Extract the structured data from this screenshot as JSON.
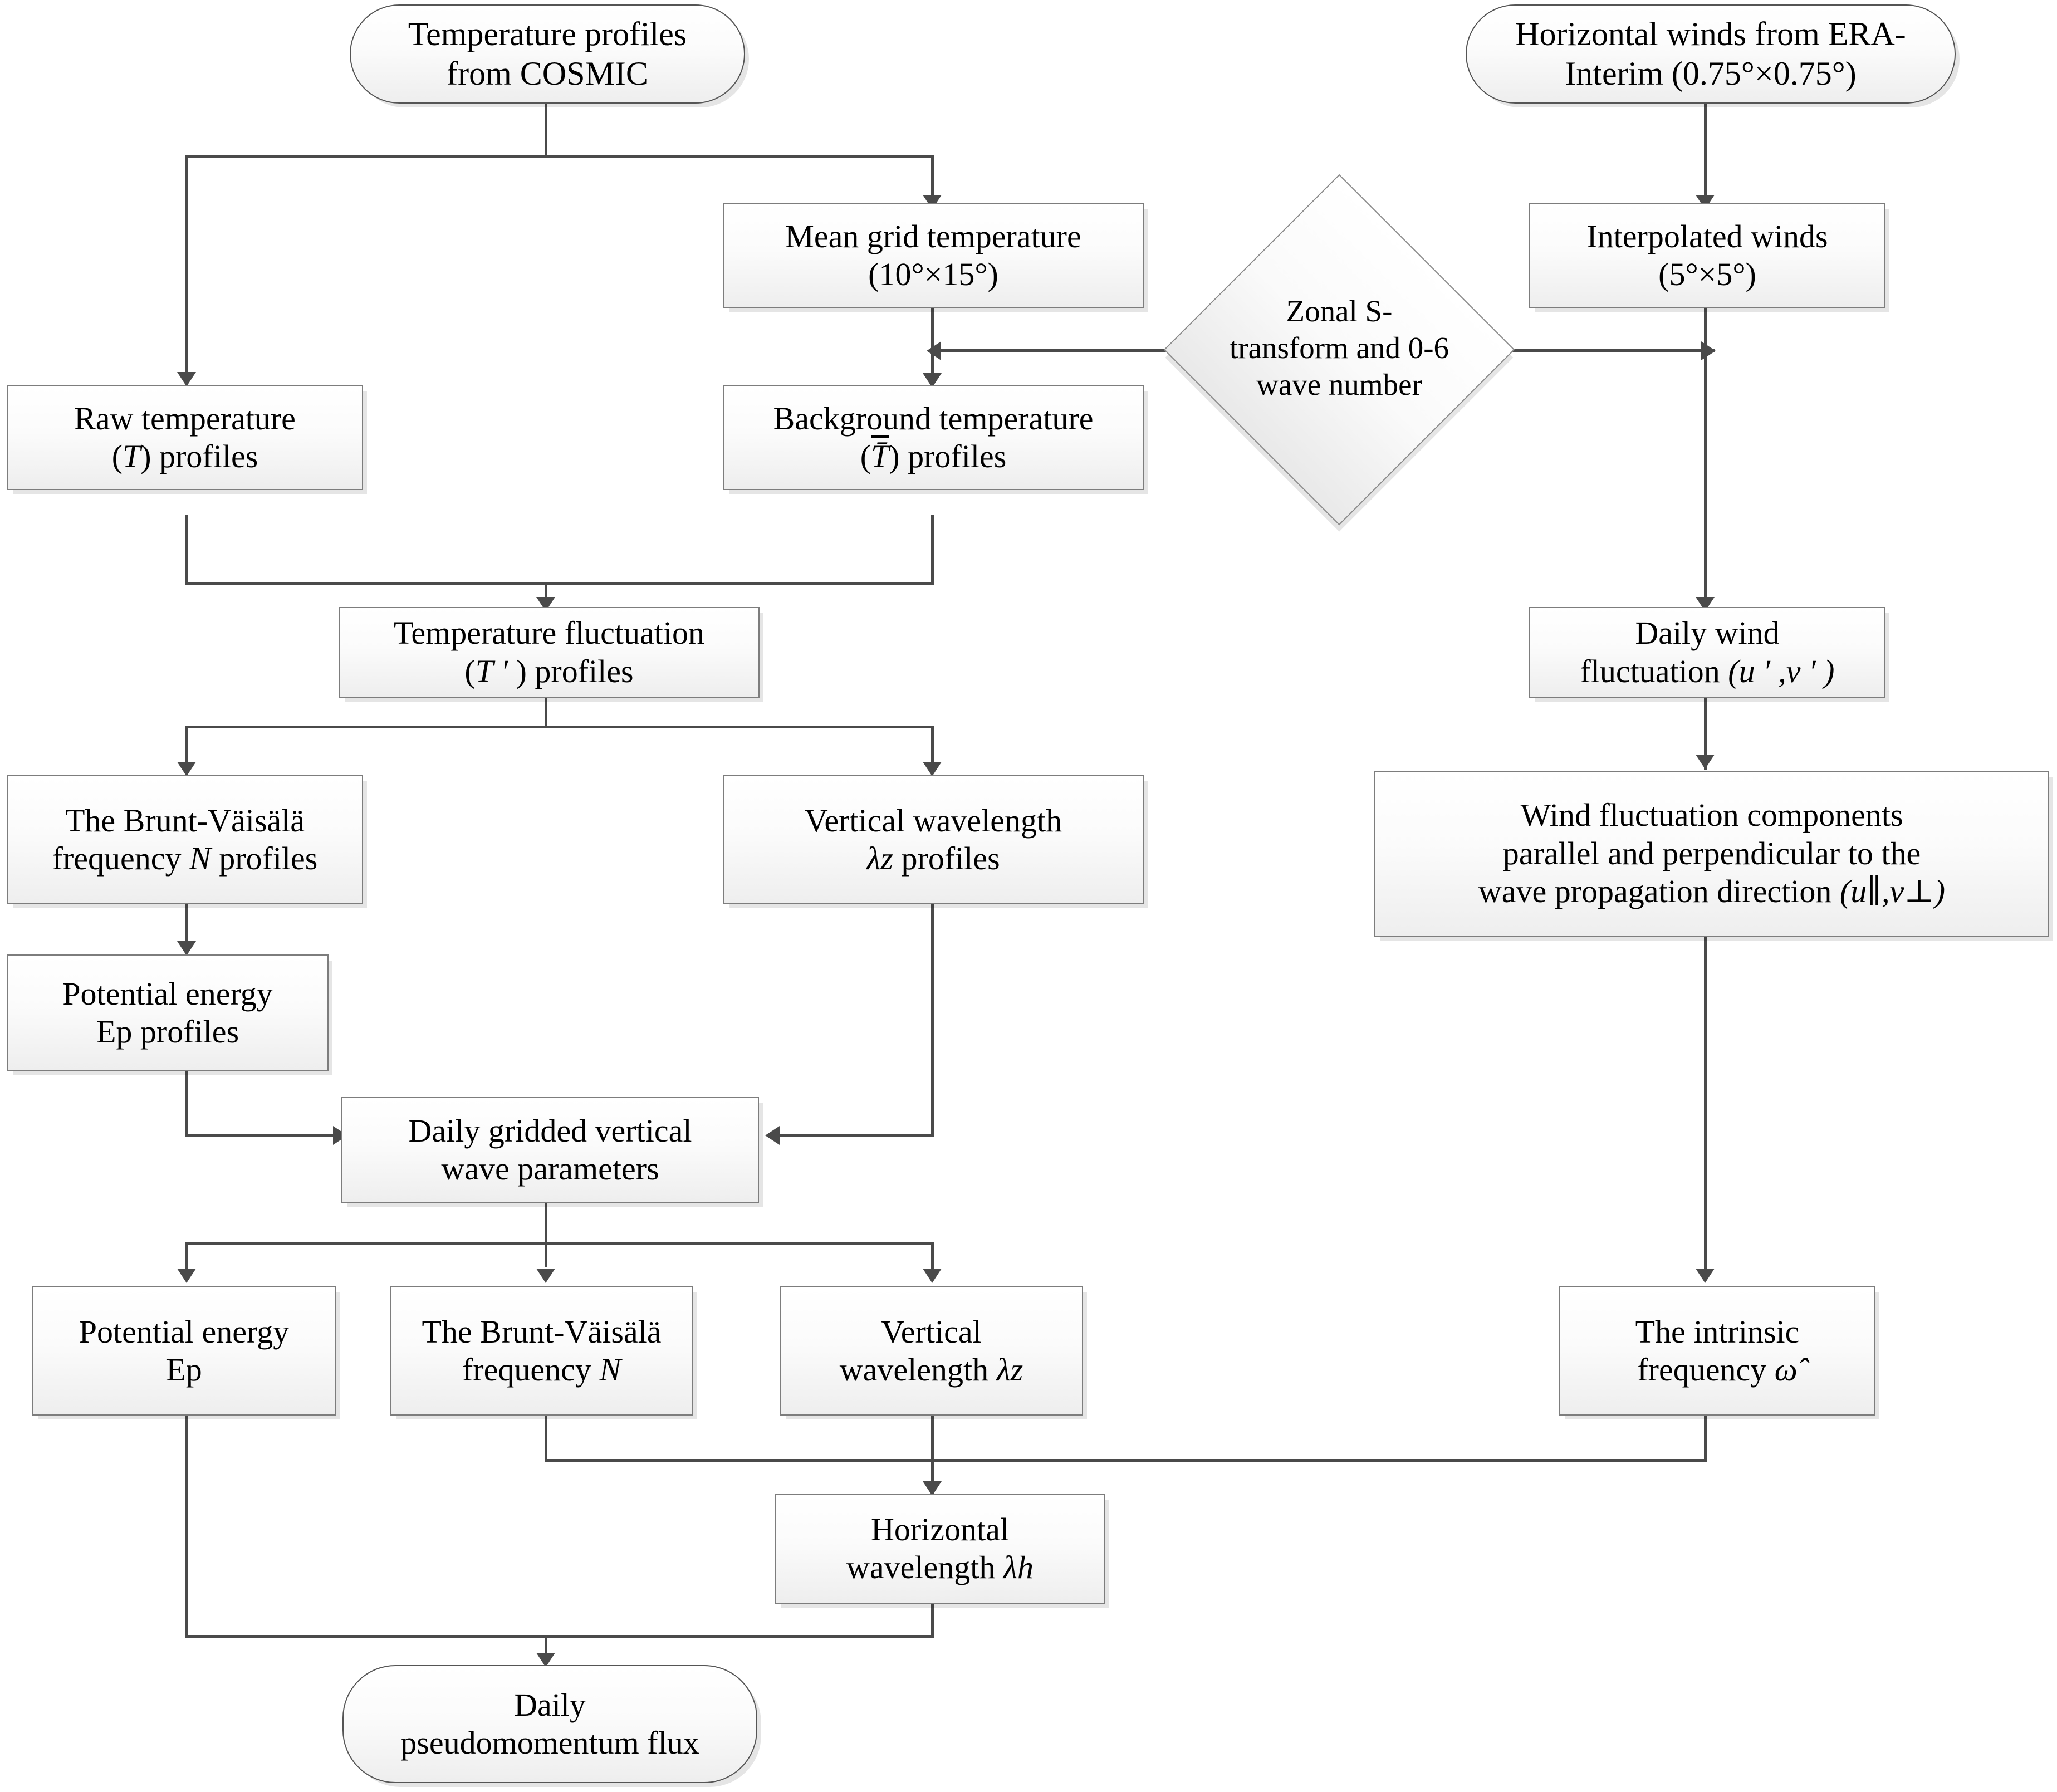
{
  "diagram": {
    "title": "Gravity wave parameter derivation flowchart",
    "style": {
      "node_fill_top": "#ffffff",
      "node_fill_bottom": "#eeeeee",
      "node_border": "#808080",
      "connector_color": "#4a4a4a",
      "background": "#ffffff"
    }
  },
  "nodes": {
    "temperature_profiles": {
      "line1": "Temperature profiles",
      "line2": "from COSMIC",
      "shape": "rounded"
    },
    "horizontal_winds": {
      "line1": "Horizontal winds from ERA-",
      "line2": "Interim  (0.75°×0.75°)",
      "shape": "rounded"
    },
    "mean_grid_temperature": {
      "line1": "Mean grid temperature",
      "line2": "(10°×15°)",
      "shape": "rect"
    },
    "interpolated_winds": {
      "line1": "Interpolated winds",
      "line2": "(5°×5°)",
      "shape": "rect"
    },
    "zonal_s_transform": {
      "line1": "Zonal S-",
      "line2": "transform and 0-6",
      "line3": "wave number",
      "shape": "diamond"
    },
    "raw_temperature": {
      "line1": "Raw temperature",
      "line2_pre": "(",
      "line2_sym": "T",
      "line2_post": ") profiles",
      "shape": "rect"
    },
    "background_temperature": {
      "line1": "Background temperature",
      "line2_pre": "(",
      "line2_sym": "T̄",
      "line2_post": ")  profiles",
      "shape": "rect"
    },
    "temperature_fluctuation": {
      "line1": "Temperature fluctuation",
      "line2_pre": "(",
      "line2_sym": "T ′",
      "line2_post": " ) profiles",
      "shape": "rect"
    },
    "daily_wind_fluctuation": {
      "line1": "Daily wind",
      "line2_pre": "fluctuation ",
      "line2_sym": "(u ′ ,v ′ )",
      "shape": "rect"
    },
    "brunt_vaisala_profiles": {
      "line1": "The Brunt-Väisälä",
      "line2_pre": "frequency ",
      "line2_sym": "N",
      "line2_post": " profiles",
      "shape": "rect"
    },
    "vertical_wavelength_profiles": {
      "line1": "Vertical wavelength",
      "line2_sym": "λz",
      "line2_post": " profiles",
      "shape": "rect"
    },
    "wind_fluctuation_components": {
      "line1": "Wind fluctuation components",
      "line2": "parallel and perpendicular to the",
      "line3_pre": "wave propagation direction  ",
      "line3_sym": "(u∥,v⊥)",
      "shape": "rect"
    },
    "potential_energy_profiles": {
      "line1": "Potential energy",
      "line2_sym": "Ep",
      "line2_post": " profiles",
      "shape": "rect"
    },
    "daily_gridded_parameters": {
      "line1": "Daily gridded vertical",
      "line2": "wave parameters",
      "shape": "rect"
    },
    "potential_energy": {
      "line1": "Potential energy",
      "line2_sym": "Ep",
      "shape": "rect"
    },
    "brunt_vaisala": {
      "line1": "The Brunt-Väisälä",
      "line2_pre": "frequency ",
      "line2_sym": "N",
      "shape": "rect"
    },
    "vertical_wavelength": {
      "line1": "Vertical",
      "line2_pre": "wavelength  ",
      "line2_sym": "λz",
      "shape": "rect"
    },
    "intrinsic_frequency": {
      "line1": "The intrinsic",
      "line2_pre": "frequency  ",
      "line2_sym": "ω̂",
      "shape": "rect"
    },
    "horizontal_wavelength": {
      "line1": "Horizontal",
      "line2_pre": "wavelength  ",
      "line2_sym": "λh",
      "shape": "rect"
    },
    "daily_pseudomomentum_flux": {
      "line1": "Daily",
      "line2": "pseudomomentum flux",
      "shape": "rounded"
    }
  },
  "edges": [
    {
      "from": "temperature_profiles",
      "to": "raw_temperature"
    },
    {
      "from": "temperature_profiles",
      "to": "mean_grid_temperature"
    },
    {
      "from": "horizontal_winds",
      "to": "interpolated_winds"
    },
    {
      "from": "mean_grid_temperature",
      "to": "background_temperature"
    },
    {
      "from": "zonal_s_transform",
      "to": "background_temperature"
    },
    {
      "from": "zonal_s_transform",
      "to": "interpolated_winds"
    },
    {
      "from": "raw_temperature",
      "to": "temperature_fluctuation"
    },
    {
      "from": "background_temperature",
      "to": "temperature_fluctuation"
    },
    {
      "from": "interpolated_winds",
      "to": "daily_wind_fluctuation"
    },
    {
      "from": "temperature_fluctuation",
      "to": "brunt_vaisala_profiles"
    },
    {
      "from": "temperature_fluctuation",
      "to": "vertical_wavelength_profiles"
    },
    {
      "from": "daily_wind_fluctuation",
      "to": "wind_fluctuation_components"
    },
    {
      "from": "brunt_vaisala_profiles",
      "to": "potential_energy_profiles"
    },
    {
      "from": "potential_energy_profiles",
      "to": "daily_gridded_parameters"
    },
    {
      "from": "vertical_wavelength_profiles",
      "to": "daily_gridded_parameters"
    },
    {
      "from": "daily_gridded_parameters",
      "to": "potential_energy"
    },
    {
      "from": "daily_gridded_parameters",
      "to": "brunt_vaisala"
    },
    {
      "from": "daily_gridded_parameters",
      "to": "vertical_wavelength"
    },
    {
      "from": "wind_fluctuation_components",
      "to": "intrinsic_frequency"
    },
    {
      "from": "brunt_vaisala",
      "to": "horizontal_wavelength"
    },
    {
      "from": "vertical_wavelength",
      "to": "horizontal_wavelength"
    },
    {
      "from": "intrinsic_frequency",
      "to": "horizontal_wavelength"
    },
    {
      "from": "potential_energy",
      "to": "daily_pseudomomentum_flux"
    },
    {
      "from": "horizontal_wavelength",
      "to": "daily_pseudomomentum_flux"
    }
  ]
}
